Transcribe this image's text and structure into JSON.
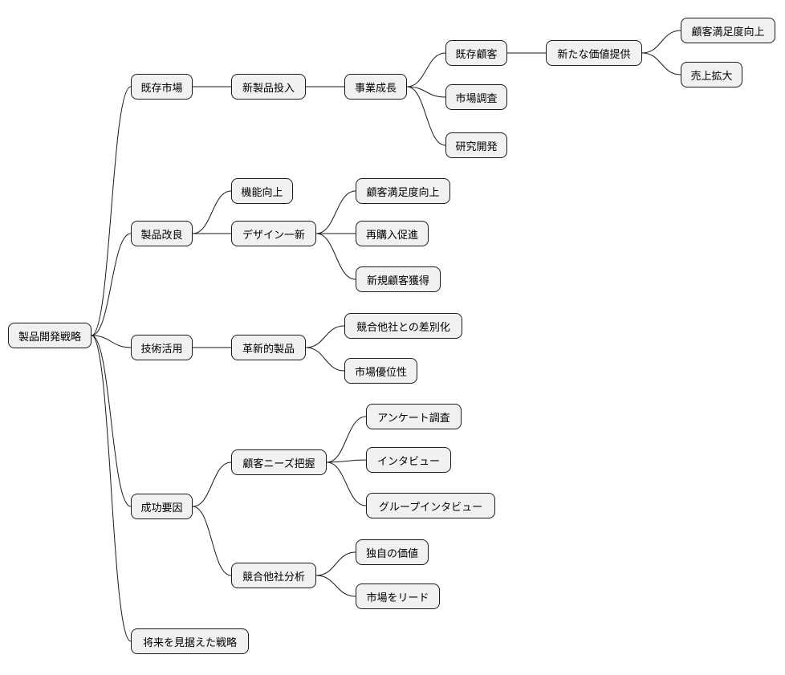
{
  "mindmap": {
    "root": {
      "label": "製品開発戦略"
    },
    "branches": [
      {
        "label": "既存市場",
        "children": [
          {
            "label": "新製品投入",
            "children": [
              {
                "label": "事業成長",
                "children": [
                  {
                    "label": "既存顧客",
                    "children": [
                      {
                        "label": "新たな価値提供",
                        "children": [
                          {
                            "label": "顧客満足度向上"
                          },
                          {
                            "label": "売上拡大"
                          }
                        ]
                      }
                    ]
                  },
                  {
                    "label": "市場調査"
                  },
                  {
                    "label": "研究開発"
                  }
                ]
              }
            ]
          }
        ]
      },
      {
        "label": "製品改良",
        "children": [
          {
            "label": "機能向上"
          },
          {
            "label": "デザイン一新",
            "children": [
              {
                "label": "顧客満足度向上"
              },
              {
                "label": "再購入促進"
              },
              {
                "label": "新規顧客獲得"
              }
            ]
          }
        ]
      },
      {
        "label": "技術活用",
        "children": [
          {
            "label": "革新的製品",
            "children": [
              {
                "label": "競合他社との差別化"
              },
              {
                "label": "市場優位性"
              }
            ]
          }
        ]
      },
      {
        "label": "成功要因",
        "children": [
          {
            "label": "顧客ニーズ把握",
            "children": [
              {
                "label": "アンケート調査"
              },
              {
                "label": "インタビュー"
              },
              {
                "label": "グループインタビュー"
              }
            ]
          },
          {
            "label": "競合他社分析",
            "children": [
              {
                "label": "独自の価値"
              },
              {
                "label": "市場をリード"
              }
            ]
          }
        ]
      },
      {
        "label": "将来を見据えた戦略"
      }
    ]
  }
}
